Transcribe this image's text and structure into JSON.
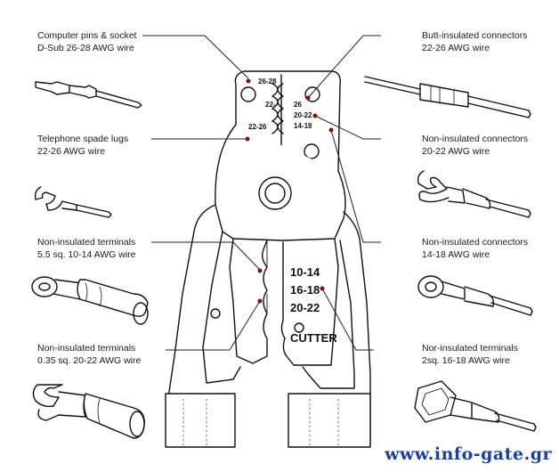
{
  "callouts_left": [
    {
      "id": "pins",
      "line1": "Computer pins & socket",
      "line2": "D-Sub 26-28 AWG wire"
    },
    {
      "id": "spade",
      "line1": "Telephone spade lugs",
      "line2": "22-26 AWG wire"
    },
    {
      "id": "ring55",
      "line1": "Non-insulated terminals",
      "line2": "5.5 sq. 10-14 AWG wire"
    },
    {
      "id": "term035",
      "line1": "Non-insulated terminals",
      "line2": "0.35 sq. 20-22 AWG wire"
    }
  ],
  "callouts_right": [
    {
      "id": "butt",
      "line1": "Butt-insulated connectors",
      "line2": "22-26 AWG wire"
    },
    {
      "id": "nonins2022",
      "line1": "Non-insulated connectors",
      "line2": "20-22 AWG wire"
    },
    {
      "id": "nonins1418",
      "line1": "Non-insulated connectors",
      "line2": "14-18 AWG wire"
    },
    {
      "id": "norins",
      "line1": "Nor-insulated terminals",
      "line2": "2sq. 16-18 AWG wire"
    }
  ],
  "tool_labels": {
    "head_26_28": "26-28",
    "head_22": "22-",
    "head_26": "26",
    "head_22_26": "22-26",
    "head_20_22": "20-22",
    "head_14_18": "14-18",
    "jaw_10_14": "10-14",
    "jaw_16_18": "16-18",
    "jaw_20_22": "20-22",
    "cutter": "CUTTER"
  },
  "watermark": "www.info-gate.gr",
  "colors": {
    "line": "#111111",
    "leader": "#222222",
    "dot": "#7a1212",
    "watermark": "#1a3da6"
  }
}
